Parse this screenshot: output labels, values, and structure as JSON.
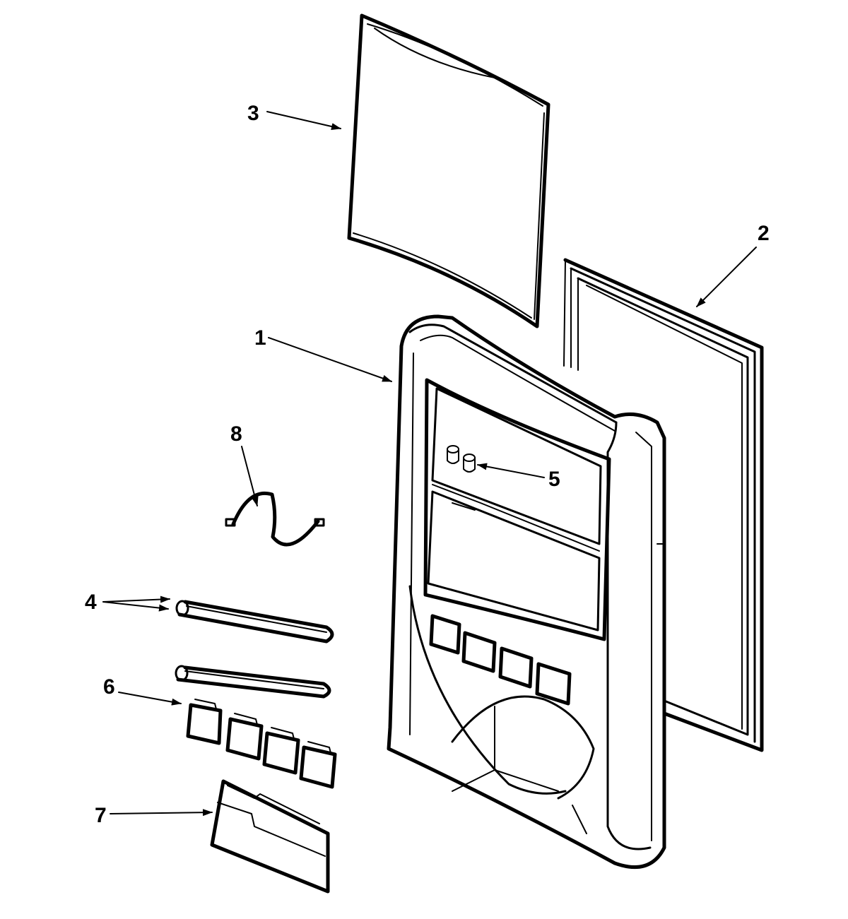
{
  "diagram": {
    "parts": [
      {
        "callout": "1",
        "part": "dispenser-facade"
      },
      {
        "callout": "2",
        "part": "gasket-frame"
      },
      {
        "callout": "3",
        "part": "cover-panel"
      },
      {
        "callout": "4",
        "part": "roller-shafts"
      },
      {
        "callout": "5",
        "part": "indicator-caps"
      },
      {
        "callout": "6",
        "part": "button-pads"
      },
      {
        "callout": "7",
        "part": "drip-tray"
      },
      {
        "callout": "8",
        "part": "wire-harness"
      }
    ]
  }
}
